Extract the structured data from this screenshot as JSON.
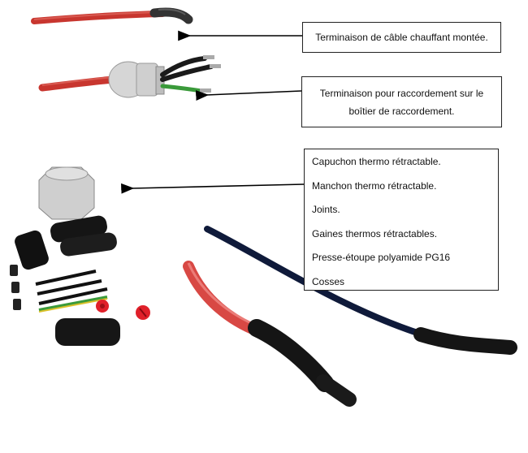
{
  "callouts": {
    "mounted_termination": "Terminaison de câble chauffant montée.",
    "connection_termination": "Terminaison pour raccordement sur le boîtier de raccordement.",
    "kit_items": [
      "Capuchon thermo rétractable.",
      "Manchon thermo rétractable.",
      "Joints.",
      "Gaines thermos rétractables.",
      "Presse-étoupe polyamide PG16",
      "Cosses"
    ]
  },
  "images": {
    "top_cable": "heating-cable-end-cap",
    "gland_cable": "heating-cable-with-cable-gland",
    "kit_parts": "termination-kit-parts",
    "closeup": "heating-cable-closeup"
  },
  "colors": {
    "cable_red": "#c8362f",
    "cable_black": "#111111",
    "gland_grey": "#d8d8d8",
    "green": "#3a9a3a",
    "arrow": "#000000"
  }
}
